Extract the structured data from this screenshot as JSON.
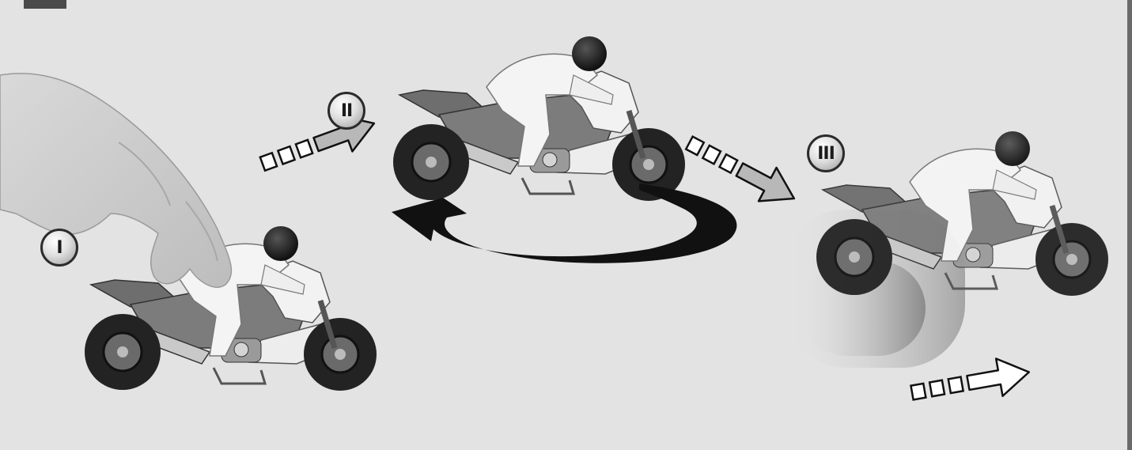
{
  "steps": [
    {
      "id": "step-1",
      "label": "I"
    },
    {
      "id": "step-2",
      "label": "II"
    },
    {
      "id": "step-3",
      "label": "III"
    }
  ],
  "colors": {
    "background": "#e3e3e3",
    "arrow_fill": "#b8b8b8",
    "arrow_stroke": "#1a1a1a",
    "rotation_arrow": "#111111",
    "bike_body": "#7a7a7a",
    "fairing": "#f2f2f2",
    "tire": "#222222"
  },
  "icons": [
    "hand-icon",
    "motorcycle-icon",
    "rotation-arrow-icon",
    "motion-arrow-icon",
    "speed-blur-icon"
  ]
}
